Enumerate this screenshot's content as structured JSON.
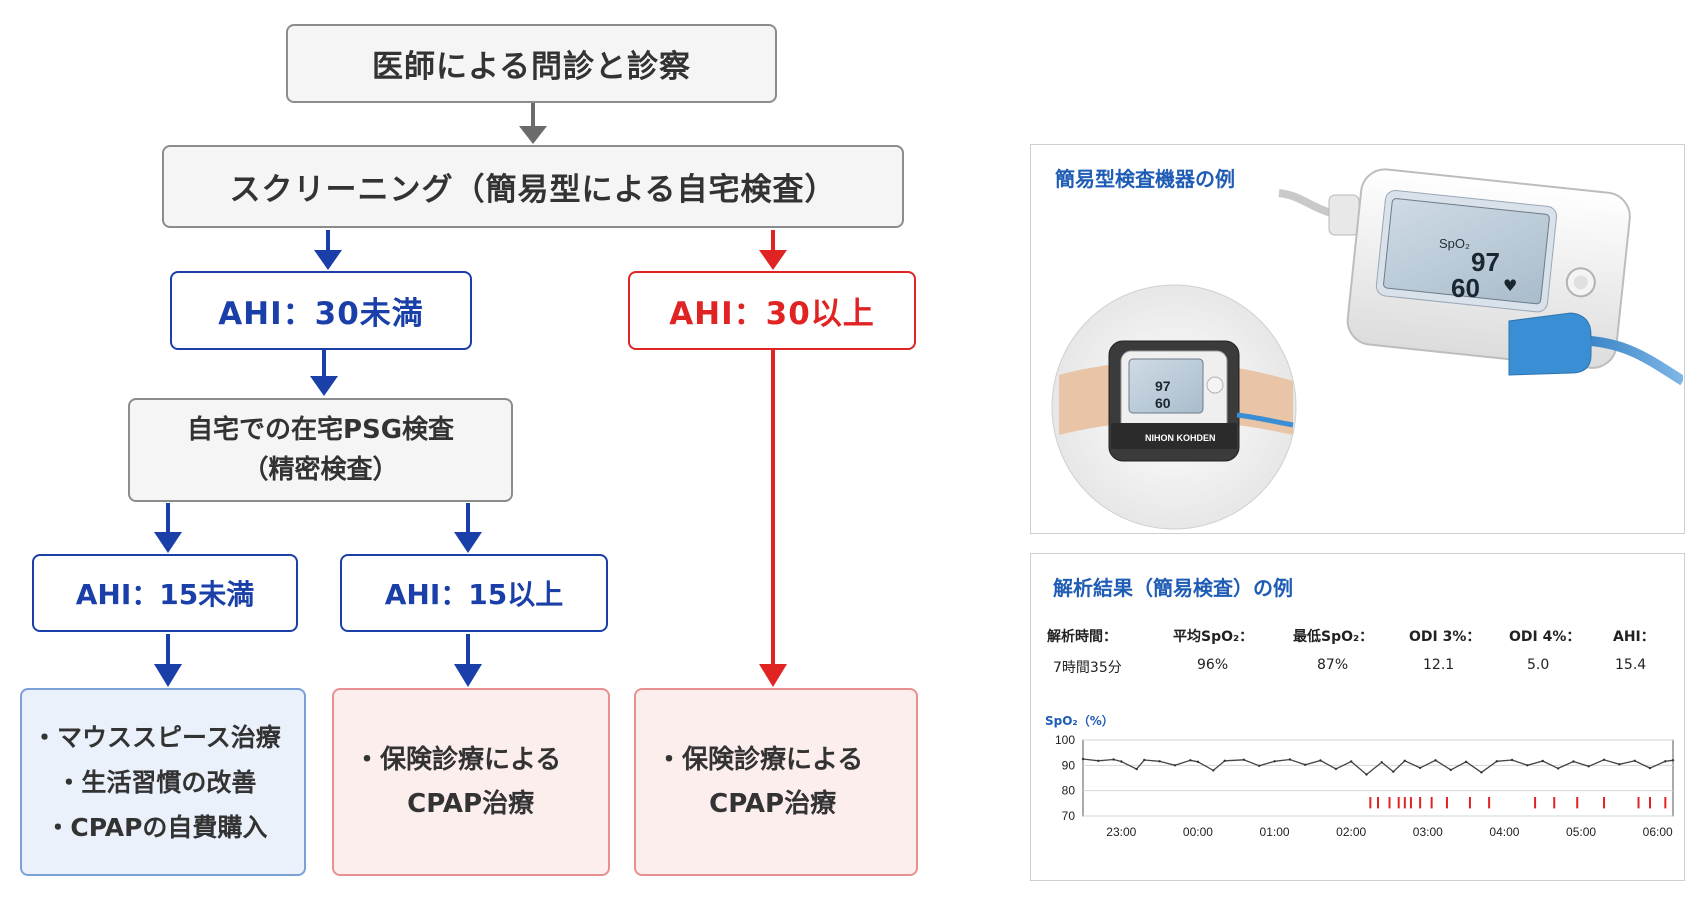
{
  "flow": {
    "consult": "医師による問診と診察",
    "screening": "スクリーニング（簡易型による自宅検査）",
    "ahi_lt30": "AHI：30未満",
    "ahi_ge30": "AHI：30以上",
    "psg_line1": "自宅での在宅PSG検査",
    "psg_line2": "（精密検査）",
    "ahi_lt15": "AHI：15未満",
    "ahi_ge15": "AHI：15以上",
    "mild_items": [
      "マウススピース治療",
      "生活習慣の改善",
      "CPAPの自費購入"
    ],
    "cpap_line1": "保険診療による",
    "cpap_line2": "CPAP治療"
  },
  "device_panel": {
    "title": "簡易型検査機器の例",
    "screen_value_1": "97",
    "screen_value_2": "60",
    "screen_label": "SpO₂",
    "brand": "NIHON KOHDEN"
  },
  "result_panel": {
    "title": "解析結果（簡易検査）の例",
    "stats": [
      {
        "label": "解析時間：",
        "value": "7時間35分"
      },
      {
        "label": "平均SpO₂：",
        "value": "96%"
      },
      {
        "label": "最低SpO₂：",
        "value": "87%"
      },
      {
        "label": "ODI 3%：",
        "value": "12.1"
      },
      {
        "label": "ODI 4%：",
        "value": "5.0"
      },
      {
        "label": "AHI：",
        "value": "15.4"
      }
    ],
    "chart_label": "SpO₂（%）"
  },
  "colors": {
    "blue": "#1a3fa8",
    "red": "#e02424",
    "gray_arrow": "#6b6b6b",
    "panel_title": "#1f5cb5"
  },
  "chart_data": {
    "type": "line",
    "ylabel": "SpO₂（%）",
    "ylim": [
      70,
      100
    ],
    "yticks": [
      100,
      90,
      80,
      70
    ],
    "xticks": [
      "23:00",
      "00:00",
      "01:00",
      "02:00",
      "03:00",
      "04:00",
      "05:00",
      "06:00"
    ],
    "xlim_hours": [
      22.5,
      30.2
    ],
    "grid": true,
    "series": [
      {
        "values": [
          [
            22.5,
            92.5
          ],
          [
            22.7,
            91.8
          ],
          [
            22.9,
            92.3
          ],
          [
            23.0,
            91.5
          ],
          [
            23.2,
            88.5
          ],
          [
            23.3,
            92.1
          ],
          [
            23.5,
            91.6
          ],
          [
            23.7,
            90.0
          ],
          [
            23.9,
            92.0
          ],
          [
            24.0,
            91.4
          ],
          [
            24.2,
            88.0
          ],
          [
            24.35,
            91.8
          ],
          [
            24.6,
            92.2
          ],
          [
            24.8,
            89.8
          ],
          [
            25.0,
            91.6
          ],
          [
            25.2,
            92.3
          ],
          [
            25.4,
            90.2
          ],
          [
            25.6,
            91.9
          ],
          [
            25.8,
            88.6
          ],
          [
            26.0,
            91.5
          ],
          [
            26.2,
            86.4
          ],
          [
            26.4,
            91.2
          ],
          [
            26.55,
            87.5
          ],
          [
            26.7,
            91.8
          ],
          [
            26.9,
            89.0
          ],
          [
            27.1,
            92.0
          ],
          [
            27.3,
            88.2
          ],
          [
            27.5,
            91.4
          ],
          [
            27.7,
            87.2
          ],
          [
            27.9,
            91.6
          ],
          [
            28.1,
            92.1
          ],
          [
            28.3,
            90.0
          ],
          [
            28.5,
            91.7
          ],
          [
            28.7,
            88.8
          ],
          [
            28.9,
            91.5
          ],
          [
            29.1,
            89.6
          ],
          [
            29.3,
            92.2
          ],
          [
            29.5,
            90.4
          ],
          [
            29.7,
            91.8
          ],
          [
            29.9,
            88.9
          ],
          [
            30.1,
            91.6
          ],
          [
            30.2,
            92.0
          ]
        ]
      }
    ],
    "events_hours": [
      26.25,
      26.35,
      26.5,
      26.62,
      26.7,
      26.78,
      26.9,
      27.05,
      27.25,
      27.55,
      27.8,
      28.4,
      28.65,
      28.95,
      29.3,
      29.75,
      29.9,
      30.1
    ]
  }
}
